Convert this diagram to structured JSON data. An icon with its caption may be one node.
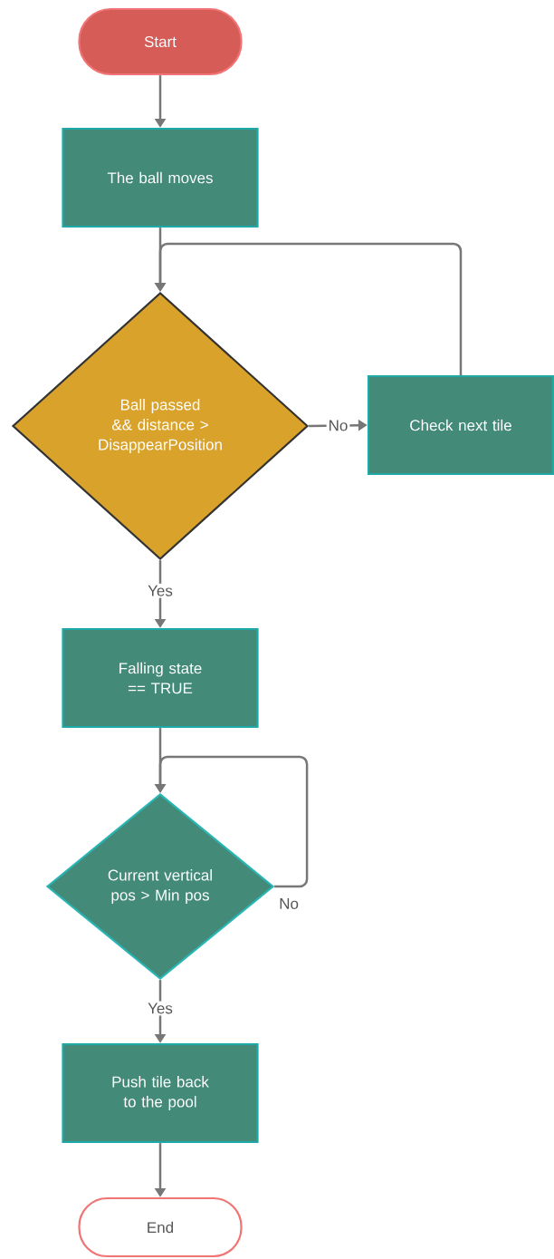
{
  "diagram": {
    "nodes": [
      {
        "text": [
          "Start"
        ]
      },
      {
        "text": [
          "The ball moves"
        ]
      },
      {
        "text": [
          "Ball passed && distance > DisappearPosition"
        ]
      },
      {
        "text": [
          "Check next tile"
        ]
      },
      {
        "text": [
          "Falling state == TRUE"
        ]
      },
      {
        "text": [
          "Current vertical pos > Min pos"
        ]
      },
      {
        "text": [
          "Push tile back to the pool"
        ]
      },
      {
        "text": [
          "End"
        ]
      }
    ],
    "edges": [
      {
        "from": 0,
        "to": 1,
        "arrow": "to"
      },
      {
        "from": 1,
        "to": 2,
        "arrow": "to"
      },
      {
        "from": 2,
        "to": 3,
        "arrow": "to",
        "label": "No"
      },
      {
        "from": 3,
        "to": 2,
        "arrow": "to"
      },
      {
        "from": 2,
        "to": 4,
        "arrow": "to",
        "label": "Yes"
      },
      {
        "from": 4,
        "to": 5,
        "arrow": "to"
      },
      {
        "from": 5,
        "to": 5,
        "arrow": "to",
        "label": "No"
      },
      {
        "from": 5,
        "to": 6,
        "arrow": "to",
        "label": "Yes"
      },
      {
        "from": 6,
        "to": 7,
        "arrow": "to"
      }
    ]
  }
}
